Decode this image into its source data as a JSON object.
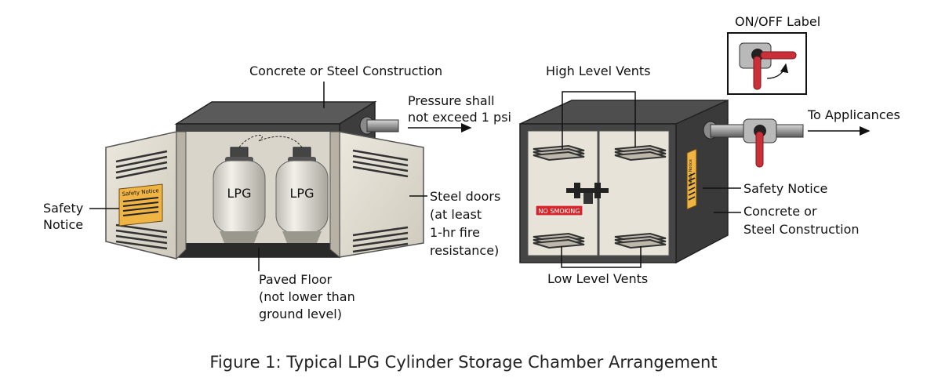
{
  "caption": "Figure 1: Typical LPG Cylinder Storage Chamber Arrangement",
  "left_chamber": {
    "top_label": "Concrete or Steel Construction",
    "pressure_label": [
      "Pressure shall",
      "not exceed 1 psi"
    ],
    "cylinder_labels": [
      "LPG",
      "LPG"
    ],
    "safety_notice_label": [
      "Safety",
      "Notice"
    ],
    "safety_notice_sign": "Safety Notice",
    "doors_label": [
      "Steel doors",
      "(at least",
      "1-hr fire",
      "resistance)"
    ],
    "floor_label": [
      "Paved Floor",
      "(not lower than",
      "ground level)"
    ]
  },
  "right_chamber": {
    "on_off_label": "ON/OFF Label",
    "high_vents_label": "High Level Vents",
    "low_vents_label": "Low Level Vents",
    "to_appliances_label": "To Applicances",
    "safety_notice_label": "Safety Notice",
    "construction_label": [
      "Concrete or",
      "Steel Construction"
    ],
    "no_smoking_sign": "NO SMOKING",
    "side_safety_sign": "Safety Notice"
  },
  "colors": {
    "chamber_dark": "#4a4a4a",
    "chamber_side": "#3a3a3a",
    "door": "#e8e3d8",
    "cylinder": "#e6e4dc",
    "safety_notice": "#f0b445",
    "no_smoking": "#d7262b",
    "valve_handle": "#c9303a"
  }
}
